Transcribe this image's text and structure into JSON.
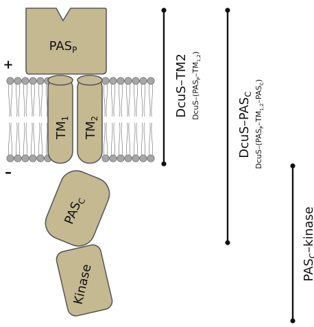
{
  "diagram": {
    "membrane_signs": {
      "plus": "+",
      "minus": "–"
    },
    "domains": {
      "pas_p": {
        "text": "PAS",
        "sub": "P"
      },
      "tm1": {
        "text": "TM",
        "sub": "1"
      },
      "tm2": {
        "text": "TM",
        "sub": "2"
      },
      "pas_c": {
        "text": "PAS",
        "sub": "C"
      },
      "kinase": {
        "text": "Kinase"
      }
    },
    "constructs": [
      {
        "name": "DcuS–TM2",
        "detail": "DcuS–(PAS_P–TM_1,2)"
      },
      {
        "name": "DcuS–PAS_C",
        "detail": "DcuS–(PAS_P–TM_1,2–PAS_C)"
      },
      {
        "name": "PAS_C–kinase",
        "detail": ""
      }
    ],
    "colors": {
      "domain_fill": "#c5b992",
      "lipid_head": "#a6a6a6"
    }
  }
}
